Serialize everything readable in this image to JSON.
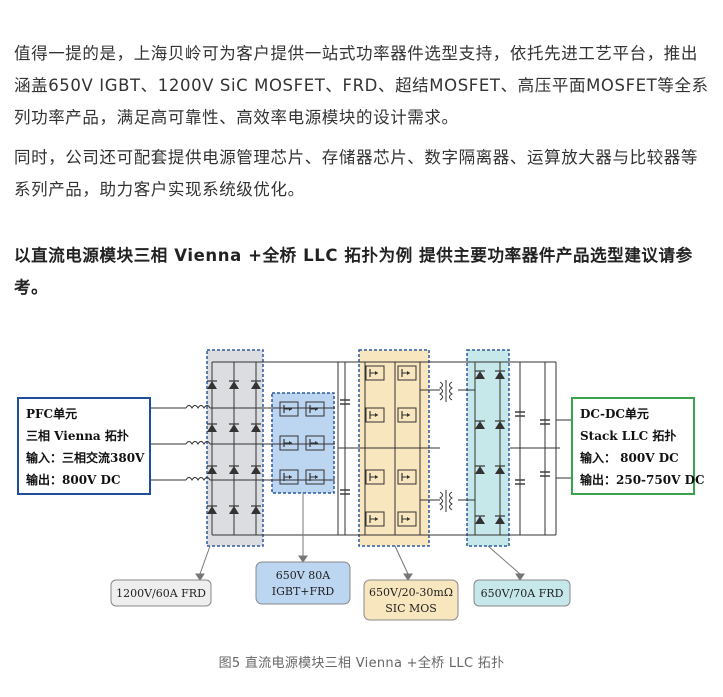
{
  "article": {
    "paragraph1": "值得一提的是，上海贝岭可为客户提供一站式功率器件选型支持，依托先进工艺平台，推出涵盖650V IGBT、1200V SiC MOSFET、FRD、超结MOSFET、高压平面MOSFET等全系列功率产品，满足高可靠性、高效率电源模块的设计需求。",
    "paragraph2": "同时，公司还可配套提供电源管理芯片、存储器芯片、数字隔离器、运算放大器与比较器等系列产品，助力客户实现系统级优化。",
    "heading": "以直流电源模块三相 Vienna +全桥 LLC 拓扑为例 提供主要功率器件产品选型建议请参考。"
  },
  "diagram": {
    "pfc_box": {
      "line1": "PFC单元",
      "line2": "三相 Vienna 拓扑",
      "line3": "输入：三相交流380V",
      "line4": "输出：800V DC"
    },
    "dcdc_box": {
      "line1": "DC-DC单元",
      "line2": "Stack LLC 拓扑",
      "line3": "输入：  800V DC",
      "line4": "输出：250-750V DC"
    },
    "callouts": {
      "frd_1200": "1200V/60A FRD",
      "igbt_line1": "650V 80A",
      "igbt_line2": "IGBT+FRD",
      "sic_line1": "650V/20-30mΩ",
      "sic_line2": "SIC MOS",
      "frd_650": "650V/70A FRD"
    },
    "colors": {
      "pfc_border": "#1f4e9a",
      "dcdc_border": "#3aa44a",
      "gray_block": "#dcdde0",
      "blue_block": "#bcd6f2",
      "tan_block": "#f8e6bf",
      "teal_block": "#c6e8ea",
      "dashed_border": "#2d5aa0",
      "callout_gray": "#eeeeee",
      "callout_blue": "#bcd6f2",
      "callout_tan": "#f8e6bf",
      "callout_teal": "#c6e8ea"
    }
  },
  "caption": "图5 直流电源模块三相 Vienna +全桥 LLC 拓扑"
}
